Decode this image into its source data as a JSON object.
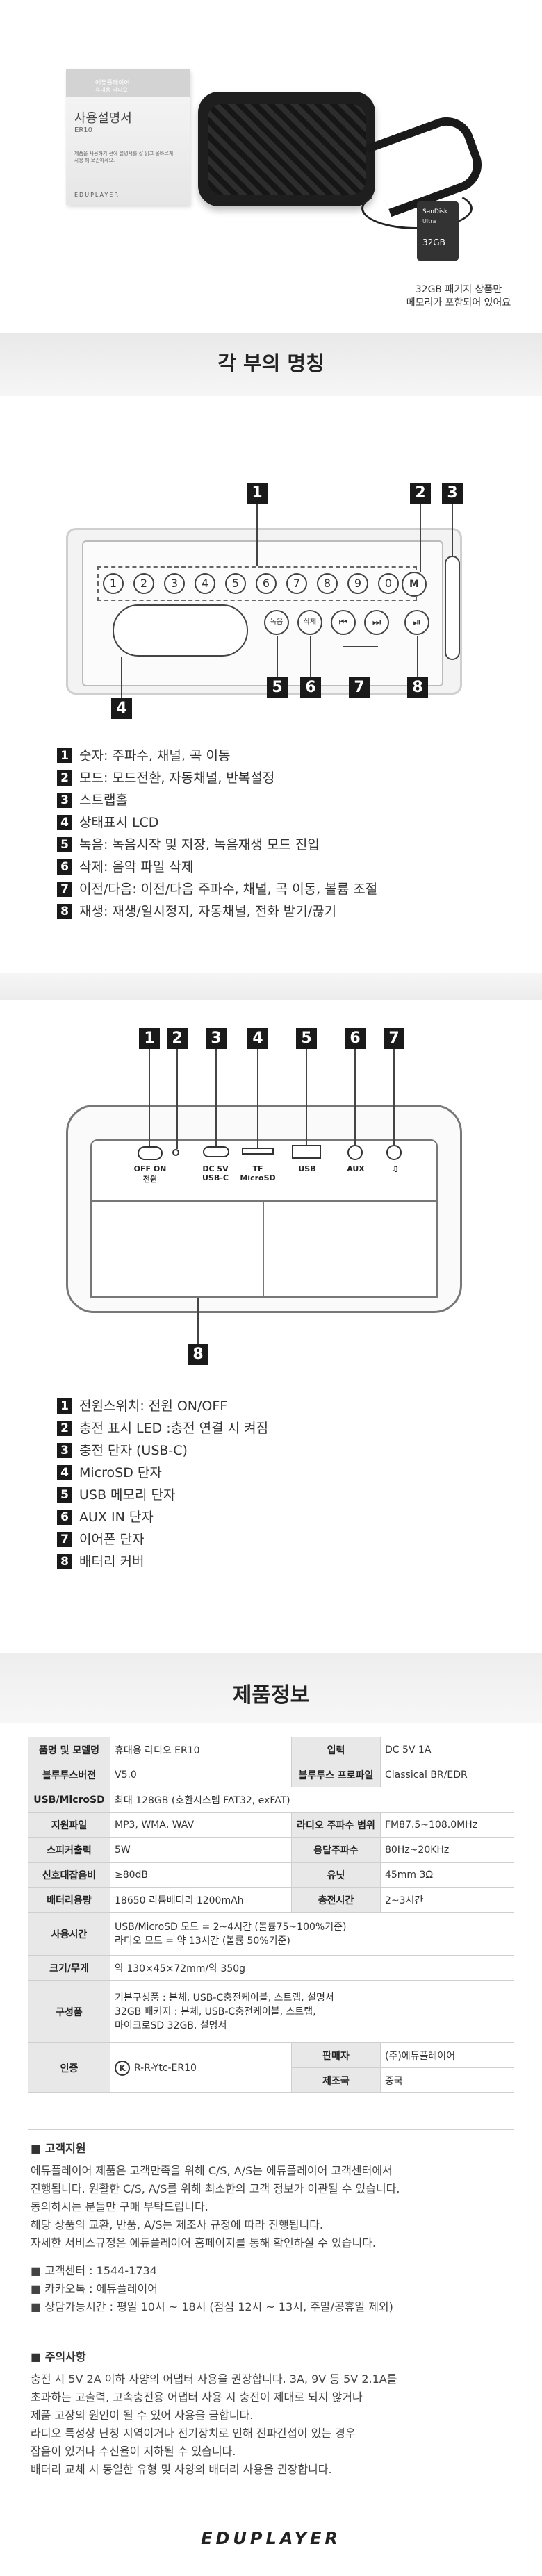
{
  "top": {
    "manual_brand": "에듀플레이어",
    "manual_subtitle": "휴대용 라디오",
    "manual_title": "사용설명서",
    "manual_model": "ER10",
    "manual_note": "제품을 사용하기 전에 설명서를 잘 읽고 올바르게 사용 해 보관하세요.",
    "manual_logo": "EDUPLAYER",
    "sd_brand": "SanDisk",
    "sd_line": "Ultra",
    "sd_capacity": "32GB",
    "sd_caption": "32GB 패키지 상품만\n메모리가 포함되어 있어요"
  },
  "section1": {
    "title": "각 부의 명칭",
    "num_keys": [
      "1",
      "2",
      "3",
      "4",
      "5",
      "6",
      "7",
      "8",
      "9",
      "0"
    ],
    "mode_key": "M",
    "rec_key": "녹음",
    "del_key": "삭제",
    "prev_key": "⏮",
    "next_key": "⏭",
    "play_key": "⏯",
    "tags": [
      "1",
      "2",
      "3",
      "4",
      "5",
      "6",
      "7",
      "8"
    ],
    "legend": [
      {
        "n": "1",
        "text": "숫자: 주파수, 채널, 곡 이동"
      },
      {
        "n": "2",
        "text": "모드: 모드전환, 자동채널, 반복설정"
      },
      {
        "n": "3",
        "text": "스트랩홀"
      },
      {
        "n": "4",
        "text": "상태표시 LCD"
      },
      {
        "n": "5",
        "text": "녹음: 녹음시작 및 저장, 녹음재생 모드 진입"
      },
      {
        "n": "6",
        "text": "삭제: 음악 파일 삭제"
      },
      {
        "n": "7",
        "text": "이전/다음: 이전/다음 주파수, 채널, 곡 이동, 볼륨 조절"
      },
      {
        "n": "8",
        "text": "재생: 재생/일시정지, 자동채널, 전화 받기/끊기"
      }
    ]
  },
  "section2": {
    "port_labels": {
      "power": "OFF ON\n전원",
      "usbc": "DC 5V\nUSB-C",
      "tf": "TF\nMicroSD",
      "usb": "USB",
      "aux": "AUX",
      "ear": "♫"
    },
    "tags": [
      "1",
      "2",
      "3",
      "4",
      "5",
      "6",
      "7",
      "8"
    ],
    "legend": [
      {
        "n": "1",
        "text": "전원스위치: 전원 ON/OFF"
      },
      {
        "n": "2",
        "text": "충전 표시 LED :충전 연결 시 켜짐"
      },
      {
        "n": "3",
        "text": "충전 단자 (USB-C)"
      },
      {
        "n": "4",
        "text": "MicroSD 단자"
      },
      {
        "n": "5",
        "text": "USB 메모리 단자"
      },
      {
        "n": "6",
        "text": "AUX IN 단자"
      },
      {
        "n": "7",
        "text": "이어폰 단자"
      },
      {
        "n": "8",
        "text": "배터리 커버"
      }
    ]
  },
  "spec": {
    "title": "제품정보",
    "rows": {
      "r1": {
        "k1": "품명 및 모델명",
        "v1": "휴대용 라디오 ER10",
        "k2": "입력",
        "v2": "DC 5V 1A"
      },
      "r2": {
        "k1": "블루투스버전",
        "v1": "V5.0",
        "k2": "블루투스 프로파일",
        "v2": "Classical BR/EDR"
      },
      "r3": {
        "k1": "USB/MicroSD",
        "v1": "최대 128GB (호환시스템 FAT32, exFAT)"
      },
      "r4": {
        "k1": "지원파일",
        "v1": "MP3, WMA, WAV",
        "k2": "라디오 주파수 범위",
        "v2": "FM87.5~108.0MHz"
      },
      "r5": {
        "k1": "스피커출력",
        "v1": "5W",
        "k2": "응답주파수",
        "v2": "80Hz~20KHz"
      },
      "r6": {
        "k1": "신호대잡음비",
        "v1": "≥80dB",
        "k2": "유닛",
        "v2": "45mm 3Ω"
      },
      "r7": {
        "k1": "배터리용량",
        "v1": "18650 리튬배터리 1200mAh",
        "k2": "충전시간",
        "v2": "2~3시간"
      },
      "r8": {
        "k1": "사용시간",
        "v1": "USB/MicroSD 모드 = 2~4시간 (볼륨75~100%기준)\n라디오 모드 = 약 13시간 (볼륨 50%기준)"
      },
      "r9": {
        "k1": "크기/무게",
        "v1": "약 130×45×72mm/약 350g"
      },
      "r10": {
        "k1": "구성품",
        "v1": "기본구성품 : 본체, USB-C충전케이블, 스트랩, 설명서\n32GB 패키지 : 본체, USB-C충전케이블, 스트랩,\n마이크로SD 32GB, 설명서"
      },
      "r11": {
        "k1": "인증",
        "v1": "R-R-Ytc-ER10",
        "k2": "판매자",
        "v2": "(주)에듀플레이어",
        "k3": "제조국",
        "v3": "중국"
      }
    }
  },
  "support": {
    "title": "■ 고객지원",
    "body": "에듀플레이어 제품은 고객만족을 위해 C/S, A/S는 에듀플레이어 고객센터에서\n진행됩니다. 원활한 C/S, A/S를 위해 최소한의 고객 정보가 이관될 수 있습니다.\n동의하시는 분들만 구매 부탁드립니다.\n해당 상품의 교환, 반품, A/S는 제조사 규정에 따라 진행됩니다.\n자세한 서비스규정은 에듀플레이어 홈페이지를 통해 확인하실 수 있습니다.",
    "lines": [
      "■ 고객센터 : 1544-1734",
      "■ 카카오톡 : 에듀플레이어",
      "■ 상담가능시간 : 평일 10시 ~ 18시 (점심 12시 ~ 13시, 주말/공휴일 제외)"
    ]
  },
  "caution": {
    "title": "■ 주의사항",
    "body": "충전 시 5V 2A 이하 사양의 어댑터 사용을 권장합니다. 3A, 9V 등 5V 2.1A를\n초과하는 고출력, 고속충전용 어댑터 사용 시 충전이 제대로 되지 않거나\n제품 고장의 원인이 될 수 있어 사용을 금합니다.\n라디오 특성상 난청 지역이거나 전기장치로 인해 전파간섭이 있는 경우\n잡음이 있거나 수신율이 저하될 수 있습니다.\n배터리 교체 시 동일한 유형 및 사양의 배터리 사용을 권장합니다."
  },
  "footer": {
    "logo": "EDUPLAYER"
  }
}
